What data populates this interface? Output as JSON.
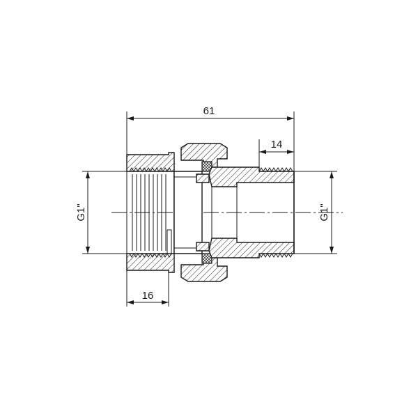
{
  "dimensions": {
    "overall_length": "61",
    "thread_length_right": "14",
    "thread_length_left": "16",
    "thread_left": "G1\"",
    "thread_right": "G1\""
  }
}
